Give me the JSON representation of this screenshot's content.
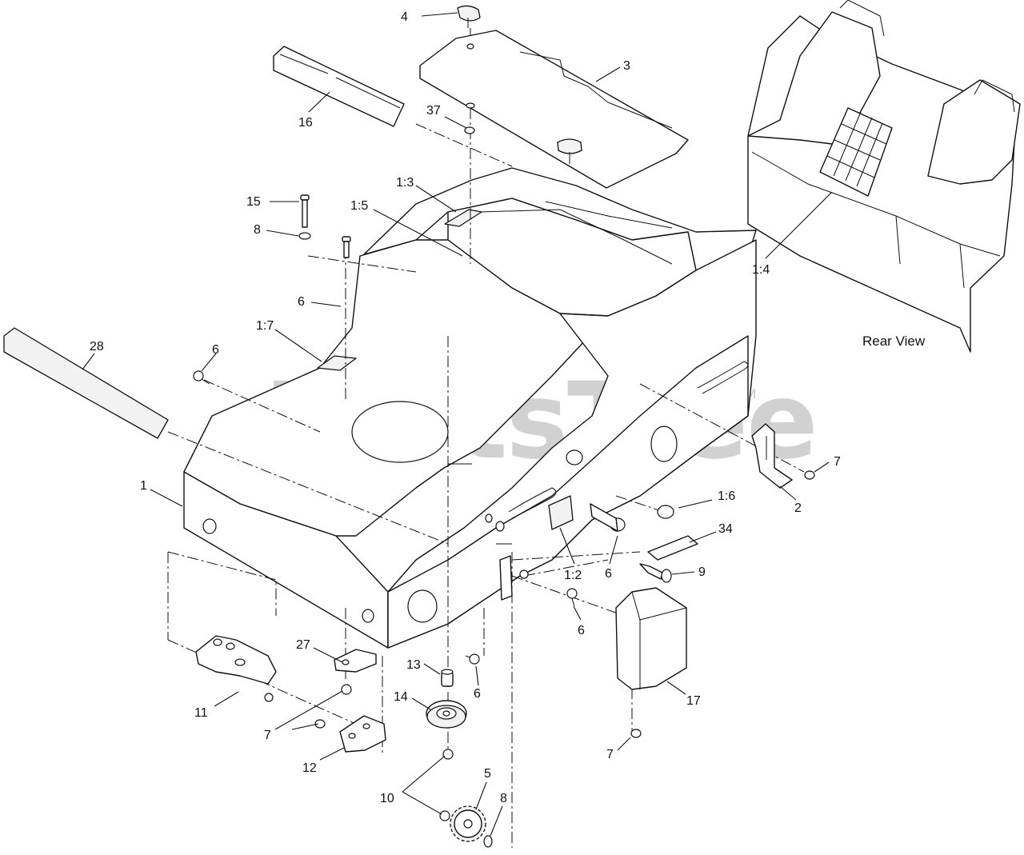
{
  "watermark": {
    "text": "PartsTree",
    "trademark": "TM"
  },
  "rear_view_label": "Rear View",
  "callouts": {
    "c4": "4",
    "c3": "3",
    "c16": "16",
    "c37": "37",
    "c1_3": "1:3",
    "c15": "15",
    "c1_5": "1:5",
    "c8_top": "8",
    "c1_4": "1:4",
    "c6_a": "6",
    "c1_7": "1:7",
    "c28": "28",
    "c6_b": "6",
    "c7_a": "7",
    "c1": "1",
    "c2": "2",
    "c1_6": "1:6",
    "c34": "34",
    "c9": "9",
    "c1_2": "1:2",
    "c6_c": "6",
    "c6_d": "6",
    "c27": "27",
    "c13": "13",
    "c17": "17",
    "c6_e": "6",
    "c14": "14",
    "c11": "11",
    "c7_b": "7",
    "c12": "12",
    "c7_c": "7",
    "c5": "5",
    "c10": "10",
    "c8_bottom": "8"
  }
}
